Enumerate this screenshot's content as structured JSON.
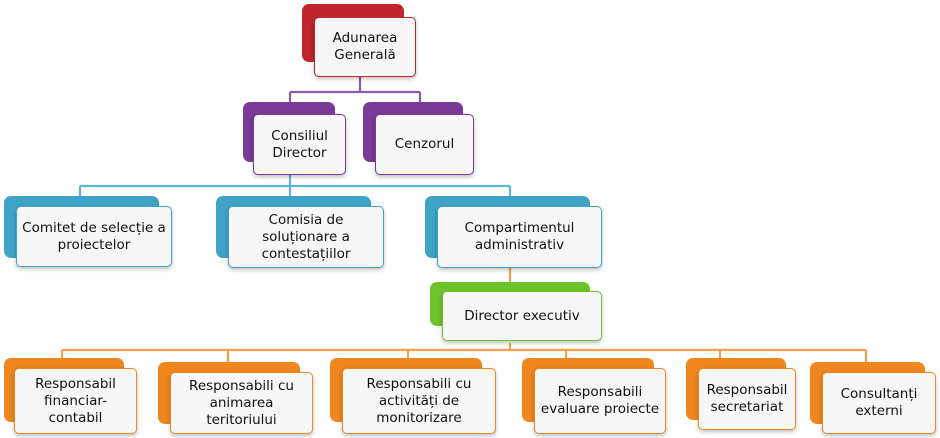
{
  "colors": {
    "level1": "#c0262d",
    "level2": "#7a3a96",
    "level3": "#3fa3c6",
    "level4": "#6cc32b",
    "level5": "#f0861e"
  },
  "nodes": {
    "adunarea_generala": "Adunarea Generală",
    "consiliul_director": "Consiliul Director",
    "cenzorul": "Cenzorul",
    "comitet_selectie": "Comitet de selecție a proiectelor",
    "comisia_contestatii": "Comisia de soluționare a contestațiilor",
    "compartimentul_administrativ": "Compartimentul administrativ",
    "director_executiv": "Director executiv",
    "resp_financiar": "Responsabil financiar-contabil",
    "resp_animarea": "Responsabili cu animarea teritoriului",
    "resp_monitorizare": "Responsabili cu activități de monitorizare",
    "resp_evaluare": "Responsabili evaluare proiecte",
    "resp_secretariat": "Responsabil secretariat",
    "consultanti": "Consultanți externi"
  }
}
